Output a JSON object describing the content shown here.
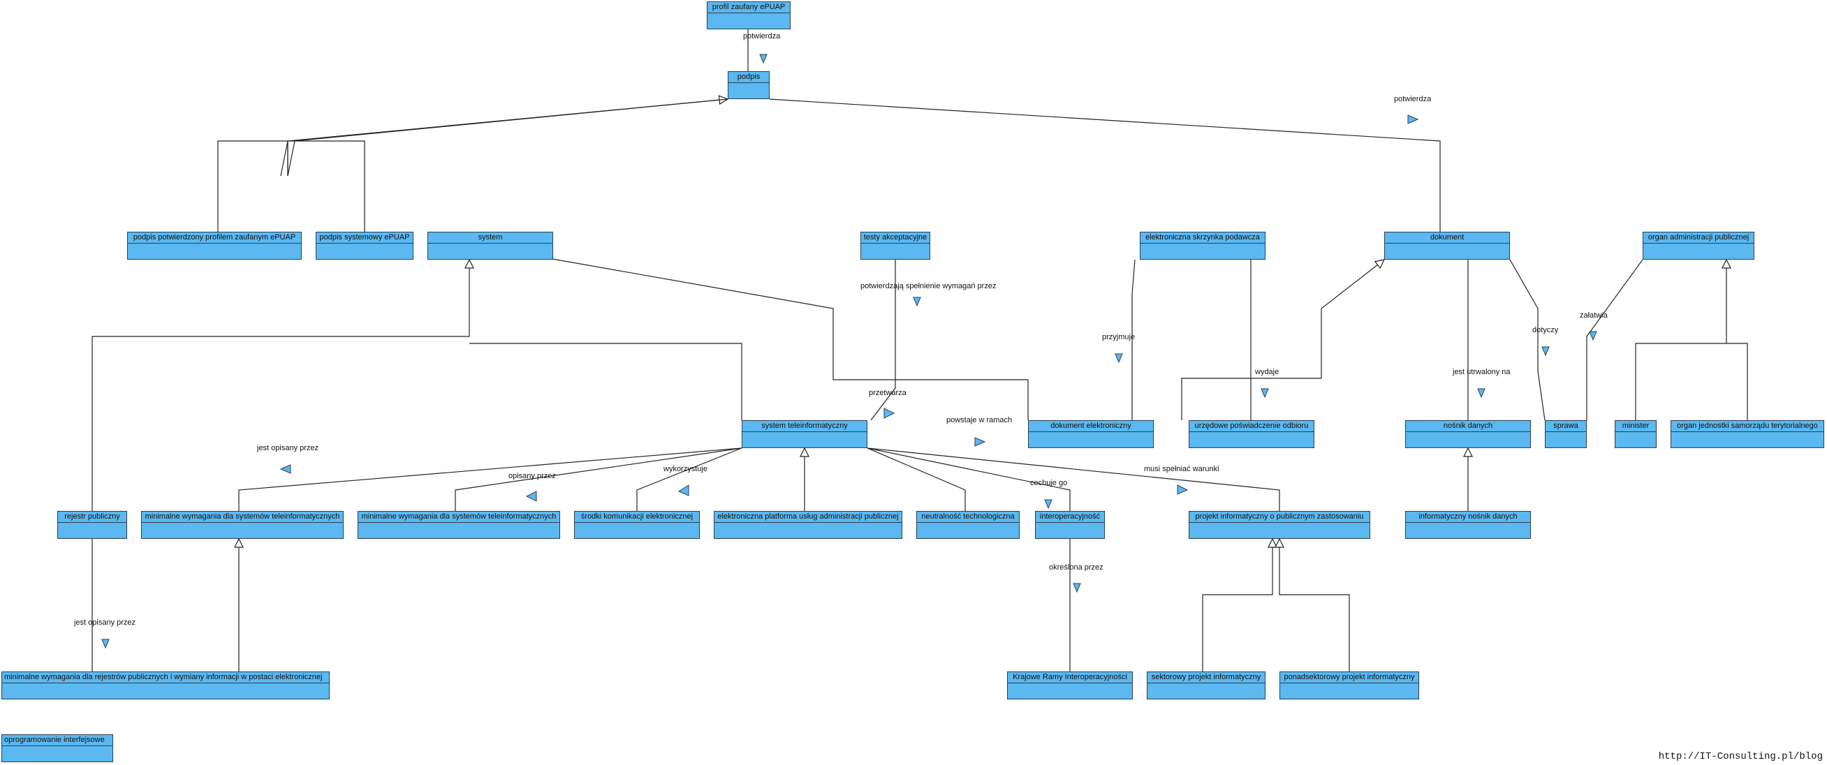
{
  "colors": {
    "node_fill": "#5bb8f0",
    "node_border": "#2c3e50",
    "edge": "#222222"
  },
  "nodes": {
    "profil_zaufany": "profil zaufany ePUAP",
    "podpis": "podpis",
    "podpis_potw": "podpis potwierdzony profilem zaufanym ePUAP",
    "podpis_syst": "podpis systemowy ePUAP",
    "system": "system",
    "testy": "testy akceptacyjne",
    "skrzynka": "elektroniczna skrzynka podawcza",
    "dokument": "dokument",
    "organ": "organ administracji publicznej",
    "system_tele": "system teleinformatyczny",
    "dok_elektr": "dokument elektroniczny",
    "urzedowe": "urzędowe poświadczenie odbioru",
    "nosnik": "nośnik danych",
    "sprawa": "sprawa",
    "minister": "minister",
    "organ_jst": "organ jednostki samorządu terytorialnego",
    "rejestr": "rejestr publiczny",
    "min_wym_1": "minimalne wymagania dla systemów teleinformatycznych",
    "min_wym_2": "minimalne wymagania dla systemów teleinformatycznych",
    "srodki": "środki komunikacji elektronicznej",
    "platforma": "elektroniczna platforma usług administracji publicznej",
    "neutralnosc": "neutralność technologiczna",
    "interoper": "interoperacyjność",
    "projekt": "projekt informatyczny o publicznym zastosowaniu",
    "info_nosnik": "informatyczny nośnik danych",
    "min_wym_rej": "minimalne wymagania dla rejestrów publicznych i wymiany informacji w postaci elektronicznej",
    "krajowe": "Krajowe Ramy Interoperacyjności",
    "sektorowy": "sektorowy projekt informatyczny",
    "ponadsektorowy": "ponadsektorowy projekt informatyczny",
    "oprogramowanie": "oprogramowanie interfejsowe"
  },
  "labels": {
    "potwierdza_1": "potwierdza",
    "potwierdza_2": "potwierdza",
    "potwierdzaja": "potwierdzają spełnienie wymagań przez",
    "przyjmuje": "przyjmuje",
    "wydaje": "wydaje",
    "dotyczy": "dotyczy",
    "zalatwia": "załatwia",
    "jest_utrwalony": "jest utrwalony na",
    "przetwarza": "przetwarza",
    "powstaje": "powstaje w ramach",
    "jest_opisany_1": "jest opisany przez",
    "opisany_przez": "opisany przez",
    "wykorzystuje": "wykorzystuje",
    "cechuje": "cechuje go",
    "musi_spelniac": "musi spełniać warunki",
    "okreslona": "określona przez",
    "jest_opisany_2": "jest opisany przez"
  },
  "footer": "http://IT-Consulting.pl/blog"
}
